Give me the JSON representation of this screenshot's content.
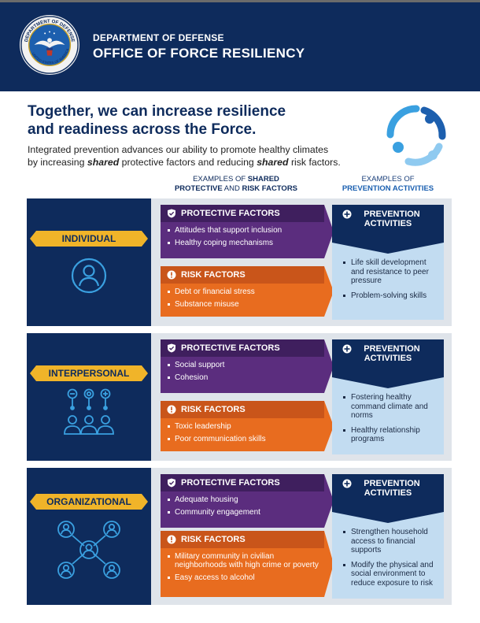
{
  "header": {
    "subtitle": "DEPARTMENT OF DEFENSE",
    "title": "OFFICE OF FORCE RESILIENCY",
    "seal_text": "DEPARTMENT OF DEFENSE · UNITED STATES OF AMERICA"
  },
  "headline": {
    "line1": "Together, we can increase resilience",
    "line2": "and readiness across the Force."
  },
  "intro": {
    "l1_a": "Integrated prevention advances our ability to promote healthy climates",
    "l2_a": "by increasing ",
    "l2_em1": "shared",
    "l2_b": " protective factors and reducing ",
    "l2_em2": "shared",
    "l2_c": " risk factors."
  },
  "column_headers": {
    "factors_pre": "EXAMPLES OF ",
    "factors_bold1": "SHARED",
    "factors_bold2": "PROTECTIVE",
    "factors_mid": " AND ",
    "factors_bold3": "RISK FACTORS",
    "prevention_pre": "EXAMPLES OF",
    "prevention_bold": "PREVENTION ACTIVITIES"
  },
  "labels": {
    "protective": "PROTECTIVE FACTORS",
    "risk": "RISK FACTORS",
    "prevention_l1": "PREVENTION",
    "prevention_l2": "ACTIVITIES"
  },
  "colors": {
    "navy": "#0e2b5c",
    "gold": "#f0b429",
    "purple": "#5b2d7e",
    "orange": "#e86c1f",
    "light_blue": "#c2dcf1",
    "icon_blue": "#3aa0e0"
  },
  "levels": [
    {
      "name": "INDIVIDUAL",
      "icon": "person-circle-icon",
      "protective": [
        "Attitudes that support inclusion",
        "Healthy coping mechanisms"
      ],
      "risk": [
        "Debt or financial stress",
        "Substance misuse"
      ],
      "prevention": [
        "Life skill development and resistance to peer pressure",
        "Problem-solving skills"
      ]
    },
    {
      "name": "INTERPERSONAL",
      "icon": "group-opinions-icon",
      "protective": [
        "Social support",
        "Cohesion"
      ],
      "risk": [
        "Toxic leadership",
        "Poor communication skills"
      ],
      "prevention": [
        "Fostering healthy command climate and norms",
        "Healthy relationship programs"
      ]
    },
    {
      "name": "ORGANIZATIONAL",
      "icon": "network-people-icon",
      "protective": [
        "Adequate housing",
        "Community engagement"
      ],
      "risk": [
        "Military community in civilian neighborhoods with high crime or poverty",
        "Easy access to alcohol"
      ],
      "prevention": [
        "Strengthen household access to financial supports",
        "Modify the physical and social environment to reduce exposure to risk"
      ]
    }
  ]
}
